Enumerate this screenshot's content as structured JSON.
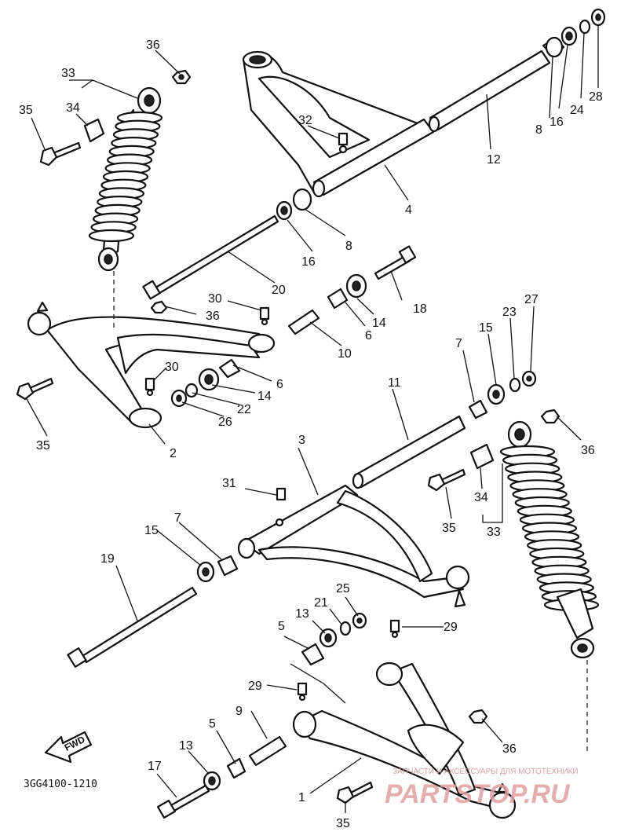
{
  "diagram": {
    "drawing_code": "3GG4100-1210",
    "fwd_label": "FWD",
    "watermark": {
      "small_text": "ЗАПЧАСТИ И АКСЕССУАРЫ ДЛЯ МОТОТЕХНИКИ",
      "brand_text": "PARTSTOP.RU"
    },
    "callouts": {
      "c1": "1",
      "c2": "2",
      "c3": "3",
      "c4": "4",
      "c5a": "5",
      "c5b": "5",
      "c6a": "6",
      "c6b": "6",
      "c7a": "7",
      "c7b": "7",
      "c8a": "8",
      "c8b": "8",
      "c9": "9",
      "c10": "10",
      "c11": "11",
      "c12": "12",
      "c13a": "13",
      "c13b": "13",
      "c14a": "14",
      "c14b": "14",
      "c15a": "15",
      "c15b": "15",
      "c16a": "16",
      "c16b": "16",
      "c17": "17",
      "c18": "18",
      "c19": "19",
      "c20": "20",
      "c21": "21",
      "c22": "22",
      "c23": "23",
      "c24": "24",
      "c25": "25",
      "c26": "26",
      "c27": "27",
      "c28": "28",
      "c29a": "29",
      "c29b": "29",
      "c30a": "30",
      "c30b": "30",
      "c31": "31",
      "c32": "32",
      "c33a": "33",
      "c33b": "33",
      "c34a": "34",
      "c34b": "34",
      "c35a": "35",
      "c35b": "35",
      "c35c": "35",
      "c35d": "35",
      "c36a": "36",
      "c36b": "36",
      "c36c": "36",
      "c36d": "36"
    }
  }
}
